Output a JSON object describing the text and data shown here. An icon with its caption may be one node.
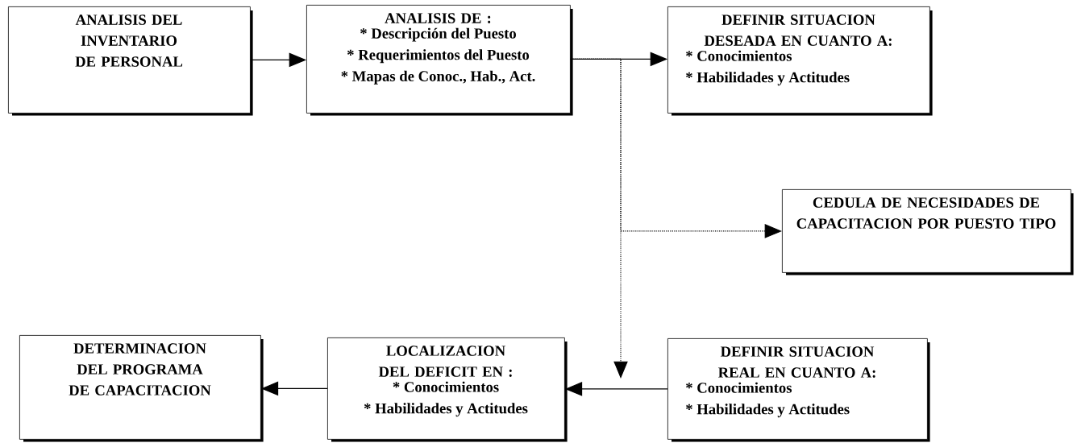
{
  "diagram": {
    "nodes": [
      {
        "text": [
          "ANALISIS DEL INVENTARIO DE PERSONAL"
        ]
      },
      {
        "text": [
          "ANALISIS DE :",
          "* Descripción del Puesto",
          "* Requerimientos del Puesto",
          "* Mapas de Conoc., Hab., Act."
        ]
      },
      {
        "text": [
          "DEFINIR SITUACION DESEADA EN CUANTO A:",
          "* Conocimientos",
          "* Habilidades y Actitudes"
        ]
      },
      {
        "text": [
          "CEDULA  DE NECESIDADES DE CAPACITACION POR PUESTO TIPO"
        ]
      },
      {
        "text": [
          "DETERMINACION DEL PROGRAMA DE CAPACITACION"
        ]
      },
      {
        "text": [
          "LOCALIZACION DEL DEFICIT EN :",
          "* Conocimientos",
          "* Habilidades y Actitudes"
        ]
      },
      {
        "text": [
          "DEFINIR SITUACION REAL EN CUANTO A:",
          "* Conocimientos",
          "* Habilidades y Actitudes"
        ]
      }
    ],
    "edges": [
      {
        "from": 0,
        "to": 1,
        "arrow": "to"
      },
      {
        "from": 1,
        "to": 2,
        "arrow": "to"
      },
      {
        "from": 1,
        "to": 3,
        "arrow": "to",
        "style": "dashed"
      },
      {
        "from": 1,
        "to": null,
        "arrow": "to",
        "style": "dashed"
      },
      {
        "from": 6,
        "to": 5,
        "arrow": "to"
      },
      {
        "from": 5,
        "to": 4,
        "arrow": "to"
      }
    ]
  }
}
